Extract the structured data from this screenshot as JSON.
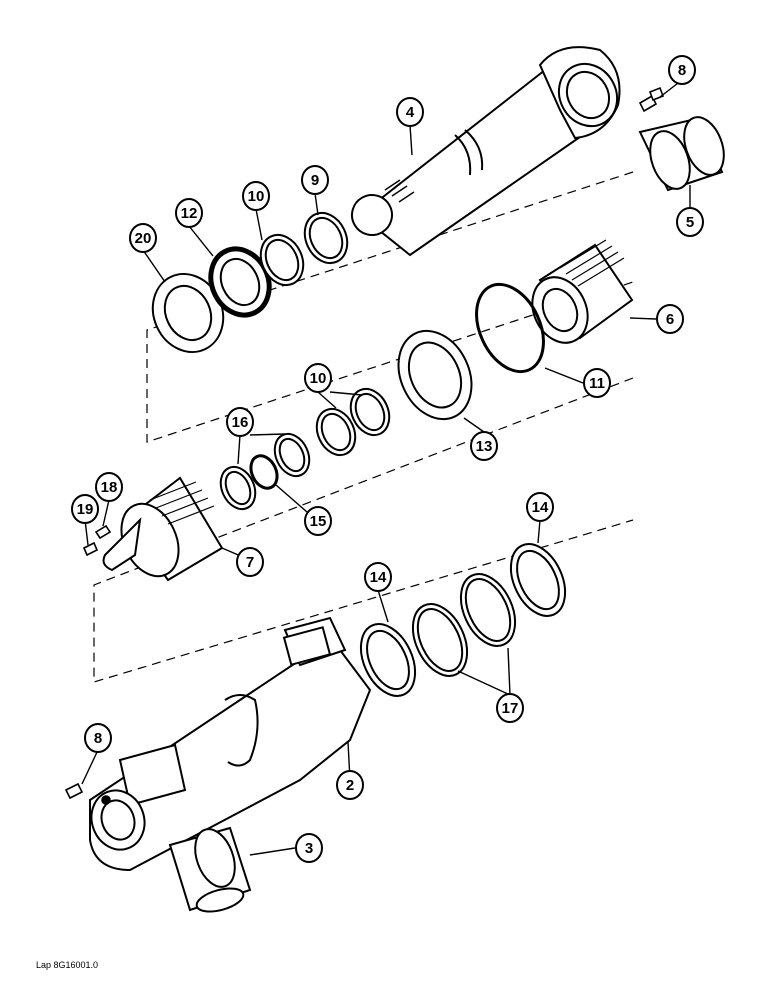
{
  "diagram": {
    "callouts": [
      {
        "id": "c8a",
        "label": "8"
      },
      {
        "id": "c4",
        "label": "4"
      },
      {
        "id": "c5",
        "label": "5"
      },
      {
        "id": "c9",
        "label": "9"
      },
      {
        "id": "c10a",
        "label": "10"
      },
      {
        "id": "c12",
        "label": "12"
      },
      {
        "id": "c20",
        "label": "20"
      },
      {
        "id": "c6",
        "label": "6"
      },
      {
        "id": "c11",
        "label": "11"
      },
      {
        "id": "c13",
        "label": "13"
      },
      {
        "id": "c10b",
        "label": "10"
      },
      {
        "id": "c16",
        "label": "16"
      },
      {
        "id": "c15",
        "label": "15"
      },
      {
        "id": "c18",
        "label": "18"
      },
      {
        "id": "c19",
        "label": "19"
      },
      {
        "id": "c7",
        "label": "7"
      },
      {
        "id": "c14a",
        "label": "14"
      },
      {
        "id": "c14b",
        "label": "14"
      },
      {
        "id": "c17",
        "label": "17"
      },
      {
        "id": "c8b",
        "label": "8"
      },
      {
        "id": "c2",
        "label": "2"
      },
      {
        "id": "c3",
        "label": "3"
      }
    ],
    "footer_code": "Lap 8G16001.0"
  }
}
